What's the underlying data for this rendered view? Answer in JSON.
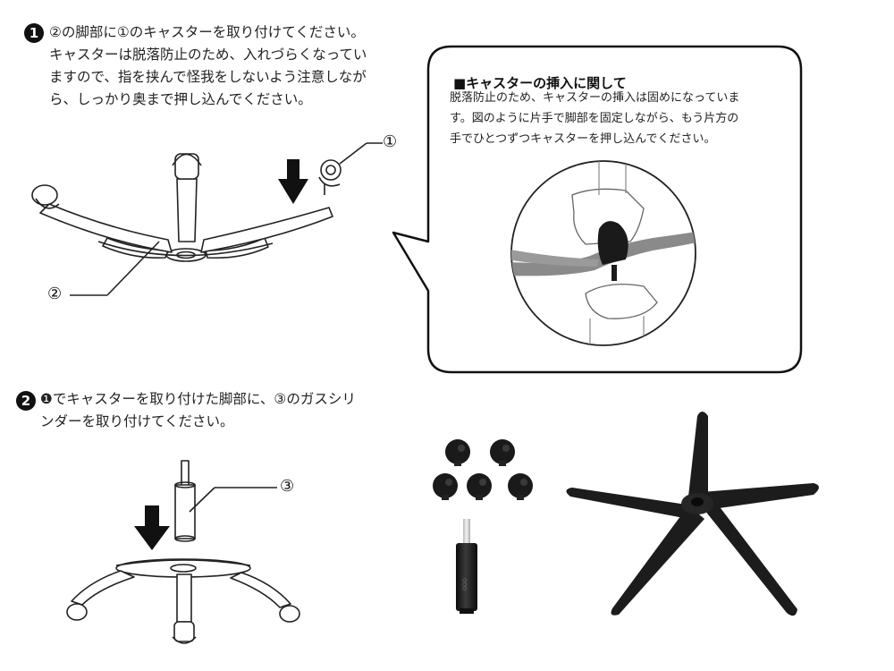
{
  "step1": {
    "number": "1",
    "text_line1": "②の脚部に①のキャスターを取り付けてください。",
    "text_line2": "キャスターは脱落防止のため、入れづらくなってい",
    "text_line3": "ますので、指を挟んで怪我をしないよう注意しなが",
    "text_line4": "ら、しっかり奥まで押し込んでください。",
    "label_caster": "①",
    "label_base": "②"
  },
  "callout": {
    "title": "■キャスターの挿入に関して",
    "line1": "脱落防止のため、キャスターの挿入は固めになっていま",
    "line2": "す。図のように片手で脚部を固定しながら、もう片方の",
    "line3": "手でひとつずつキャスターを押し込んでください。"
  },
  "step2": {
    "number": "2",
    "text_line1": "❶でキャスターを取り付けた脚部に、③のガスシリ",
    "text_line2": "ンダーを取り付けてください。",
    "label_cylinder": "③"
  },
  "photo": {
    "cylinder_marking": "ODD"
  },
  "colors": {
    "ink": "#222222",
    "photo_black": "#1a1a1a",
    "hand_gray": "#777777"
  }
}
